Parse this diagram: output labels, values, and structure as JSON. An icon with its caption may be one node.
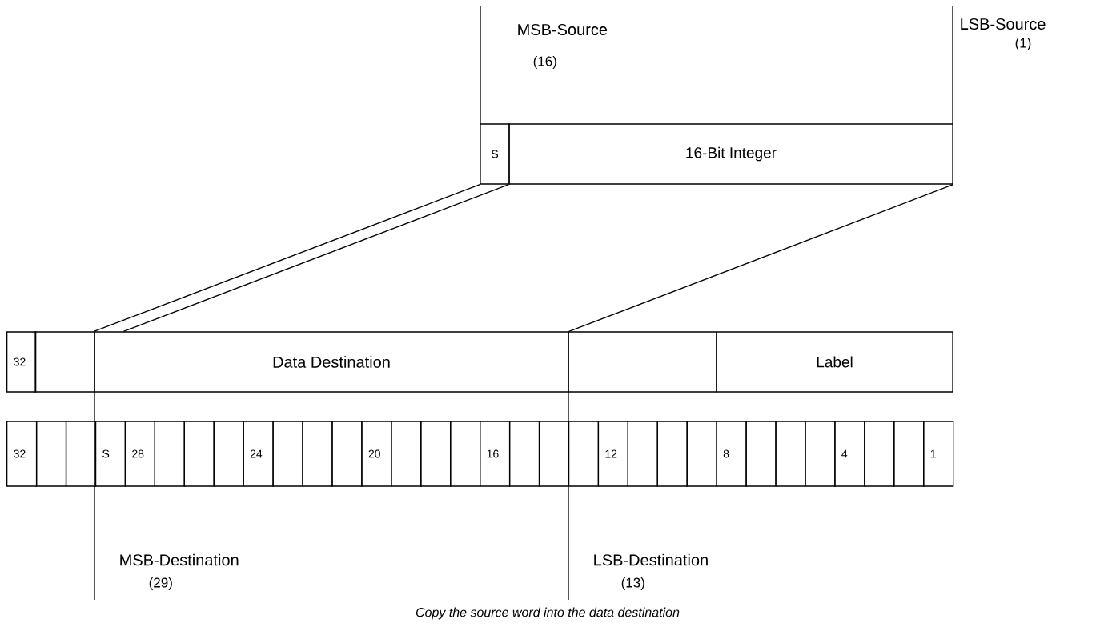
{
  "diagram": {
    "caption": "Copy the source word into the data destination",
    "nodes": [
      {
        "text": [
          "S"
        ]
      },
      {
        "text": [
          "16-Bit Integer"
        ]
      },
      {
        "text": [
          "32"
        ]
      },
      {
        "text": [],
        "shape": "box"
      },
      {
        "text": [
          "Data Destination"
        ]
      },
      {
        "text": [],
        "shape": "box"
      },
      {
        "text": [
          "Label"
        ]
      },
      {
        "text": [
          "32"
        ]
      },
      {
        "text": [],
        "shape": "box"
      },
      {
        "text": [],
        "shape": "box"
      },
      {
        "text": [
          "S"
        ]
      },
      {
        "text": [
          "28"
        ]
      },
      {
        "text": [],
        "shape": "box"
      },
      {
        "text": [],
        "shape": "box"
      },
      {
        "text": [],
        "shape": "box"
      },
      {
        "text": [
          "24"
        ]
      },
      {
        "text": [],
        "shape": "box"
      },
      {
        "text": [],
        "shape": "box"
      },
      {
        "text": [],
        "shape": "box"
      },
      {
        "text": [
          "20"
        ]
      },
      {
        "text": [],
        "shape": "box"
      },
      {
        "text": [],
        "shape": "box"
      },
      {
        "text": [],
        "shape": "box"
      },
      {
        "text": [
          "16"
        ]
      },
      {
        "text": [],
        "shape": "box"
      },
      {
        "text": [],
        "shape": "box"
      },
      {
        "text": [],
        "shape": "box"
      },
      {
        "text": [
          "12"
        ]
      },
      {
        "text": [],
        "shape": "box"
      },
      {
        "text": [],
        "shape": "box"
      },
      {
        "text": [],
        "shape": "box"
      },
      {
        "text": [
          "8"
        ]
      },
      {
        "text": [],
        "shape": "box"
      },
      {
        "text": [],
        "shape": "box"
      },
      {
        "text": [],
        "shape": "box"
      },
      {
        "text": [
          "4"
        ]
      },
      {
        "text": [],
        "shape": "box"
      },
      {
        "text": [],
        "shape": "box"
      },
      {
        "text": [
          "1"
        ]
      }
    ],
    "edges": [
      {
        "from": 0,
        "to": 4,
        "arrow": "none"
      },
      {
        "from": 1,
        "to": 4,
        "arrow": "none"
      },
      {
        "from": 1,
        "to": 4,
        "arrow": "none"
      }
    ],
    "labels": [
      "LSB-Source",
      "MSB-Source",
      "(1)",
      "(16)",
      "MSB-Destination",
      "LSB-Destination",
      "(29)",
      "(13)"
    ]
  }
}
